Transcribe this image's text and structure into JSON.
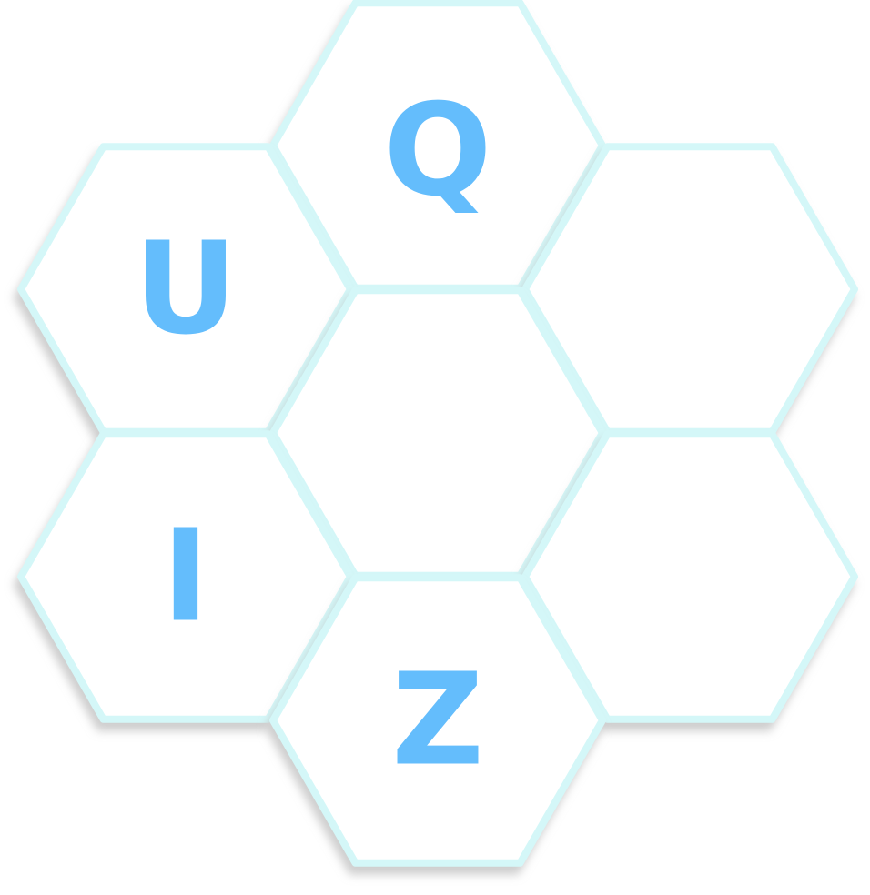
{
  "colors": {
    "background": "#ffffff",
    "tile_fill": "#ffffff",
    "tile_border": "#d4f7f8",
    "letter": "#64bdfc",
    "shadow": "#b9b9b9"
  },
  "tiles": [
    {
      "id": "top",
      "letter": "Q"
    },
    {
      "id": "upper-left",
      "letter": "U"
    },
    {
      "id": "upper-right",
      "letter": ""
    },
    {
      "id": "center",
      "letter": ""
    },
    {
      "id": "lower-left",
      "letter": "I"
    },
    {
      "id": "lower-right",
      "letter": ""
    },
    {
      "id": "bottom",
      "letter": "Z"
    }
  ]
}
